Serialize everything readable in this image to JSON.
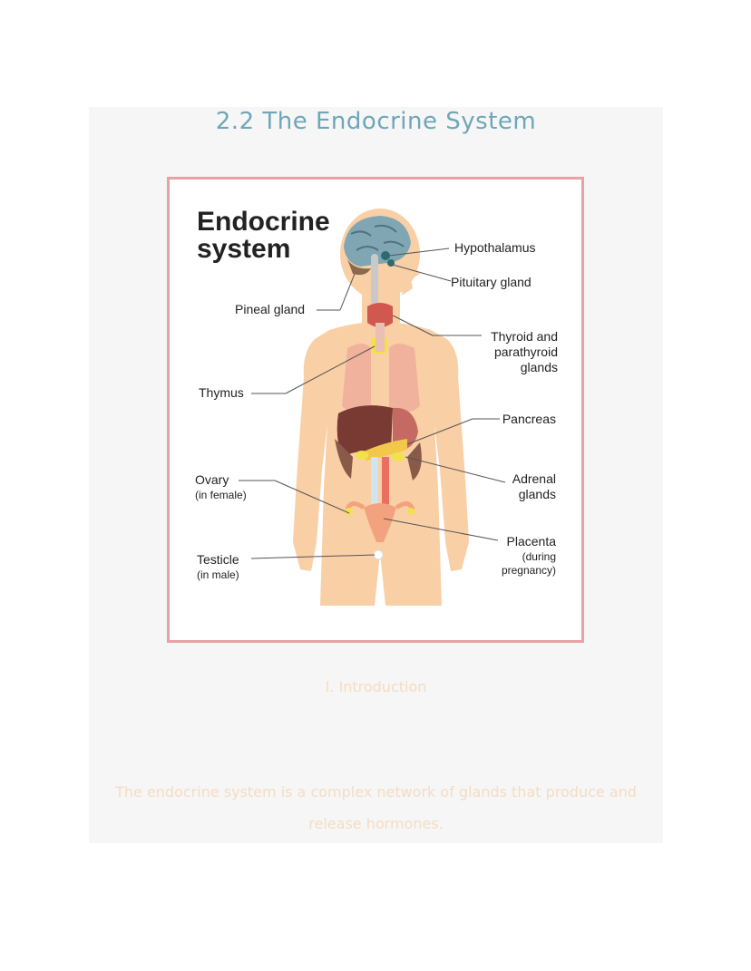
{
  "page": {
    "title": "2.2 The Endocrine System",
    "section_heading": "I. Introduction",
    "body_text": "The endocrine system is a complex network of glands that produce and release hormones."
  },
  "figure": {
    "heading_line1": "Endocrine",
    "heading_line2": "system",
    "labels": {
      "hypothalamus": "Hypothalamus",
      "pituitary": "Pituitary gland",
      "pineal": "Pineal gland",
      "thyroid_1": "Thyroid and",
      "thyroid_2": "parathyroid",
      "thyroid_3": "glands",
      "thymus": "Thymus",
      "pancreas": "Pancreas",
      "adrenal_1": "Adrenal",
      "adrenal_2": "glands",
      "ovary_1": "Ovary",
      "ovary_2": "(in female)",
      "placenta_1": "Placenta",
      "placenta_2": "(during",
      "placenta_3": "pregnancy)",
      "testicle_1": "Testicle",
      "testicle_2": "(in male)"
    }
  },
  "colors": {
    "title": "#6fa6b8",
    "frame_border": "#e8a2a4",
    "muted_text": "#f5dcc2",
    "panel": "#f6f6f6"
  }
}
